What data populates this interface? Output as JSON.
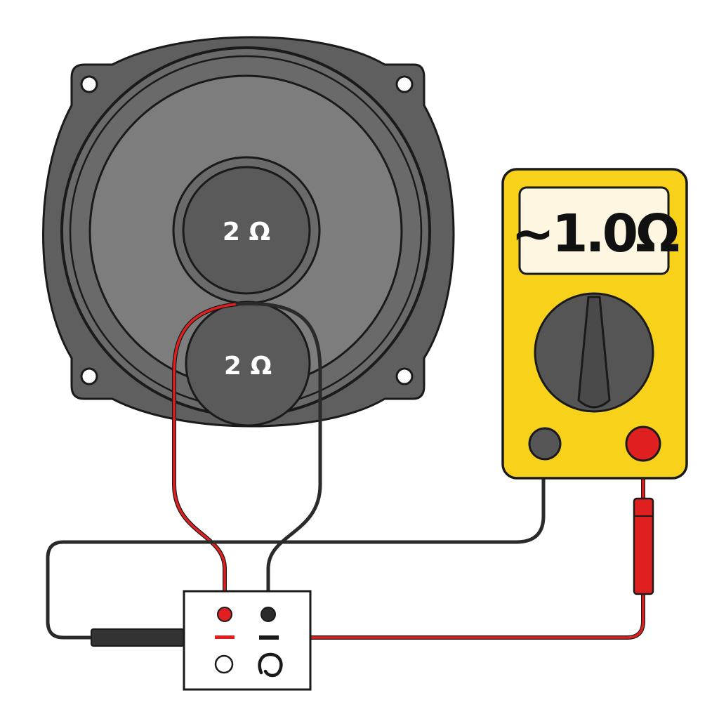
{
  "speaker": {
    "coil_top_label": "2 Ω",
    "coil_bottom_label": "2 Ω"
  },
  "multimeter": {
    "display_reading": "~1.0Ω"
  },
  "terminal_block": {
    "positive_mark": "−",
    "negative_mark": "−"
  },
  "colors": {
    "speaker_frame": "#5f5f5f",
    "speaker_cone": "#7d7d7d",
    "coil": "#5a5a5a",
    "wire_red": "#e02020",
    "wire_black": "#2a2a2a",
    "meter_body": "#f7d11a",
    "meter_screen": "#fdf6e0",
    "meter_knob": "#555555"
  }
}
